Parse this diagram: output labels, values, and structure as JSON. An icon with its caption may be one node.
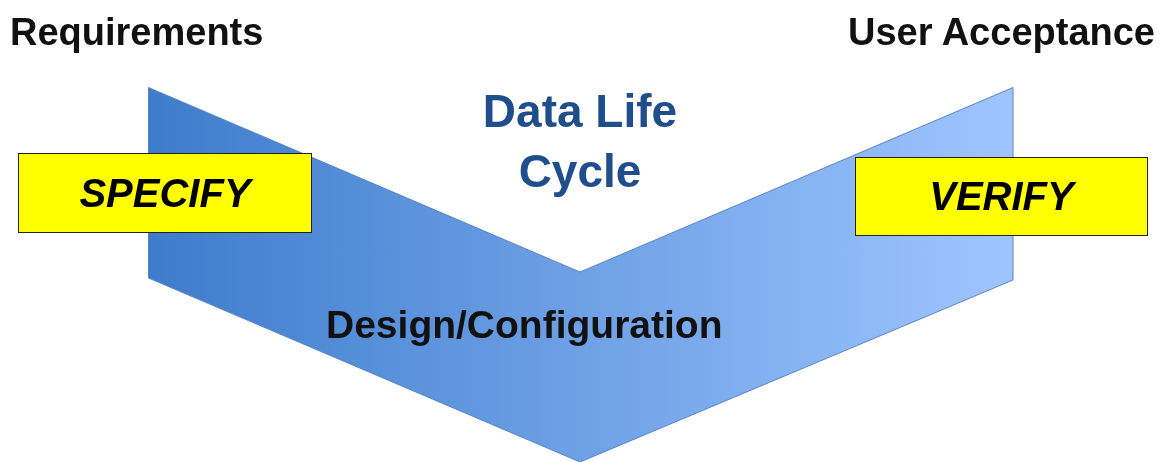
{
  "diagram": {
    "nodes": [
      {
        "text": [
          "Design/Configuration"
        ]
      },
      {
        "text": [
          "SPECIFY"
        ]
      },
      {
        "text": [
          "VERIFY"
        ]
      }
    ],
    "labels": [
      "Requirements",
      "User Acceptance",
      "Data Life Cycle"
    ]
  }
}
